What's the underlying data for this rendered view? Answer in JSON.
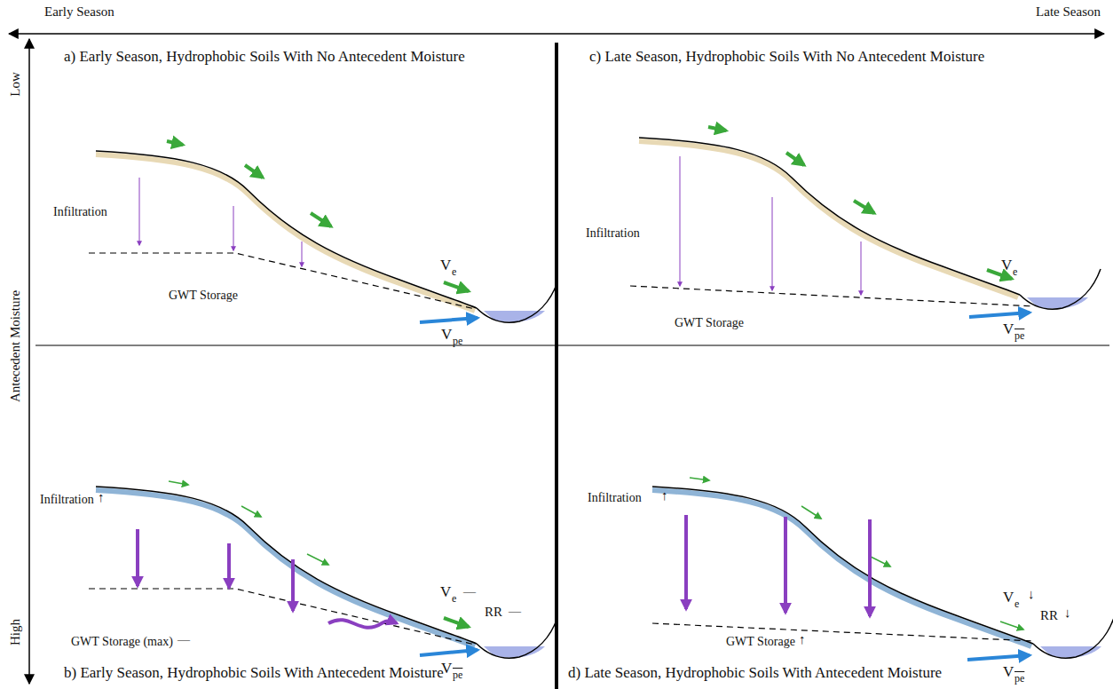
{
  "diagram": {
    "nodes": [
      {
        "text": [
          "a) Early Season, Hydrophobic Soils With No Antecedent Moisture"
        ]
      },
      {
        "text": [
          "c) Late Season, Hydrophobic Soils With No Antecedent Moisture"
        ]
      },
      {
        "text": [
          "b) Early Season, Hydrophobic Soils With Antecedent Moisture"
        ]
      },
      {
        "text": [
          "d) Late Season, Hydrophobic Soils  With Antecedent Moisture"
        ]
      }
    ],
    "labels": [
      "Early Season",
      "Late Season",
      "Low",
      "Antecedent Moisture",
      "High",
      "Infiltration",
      "GWT Storage",
      "V",
      "e",
      "V",
      "pe",
      "Infiltration",
      "GWT Storage",
      "V",
      "e",
      "V",
      "pe",
      "Infiltration",
      "↑",
      "GWT Storage (max)",
      "—",
      "V",
      "e",
      "—",
      "RR",
      "—",
      "V",
      "pe",
      "Infiltration",
      "↑",
      "GWT Storage",
      "↑",
      "V",
      "e",
      "↓",
      "RR",
      "↓",
      "V",
      "pe"
    ]
  }
}
